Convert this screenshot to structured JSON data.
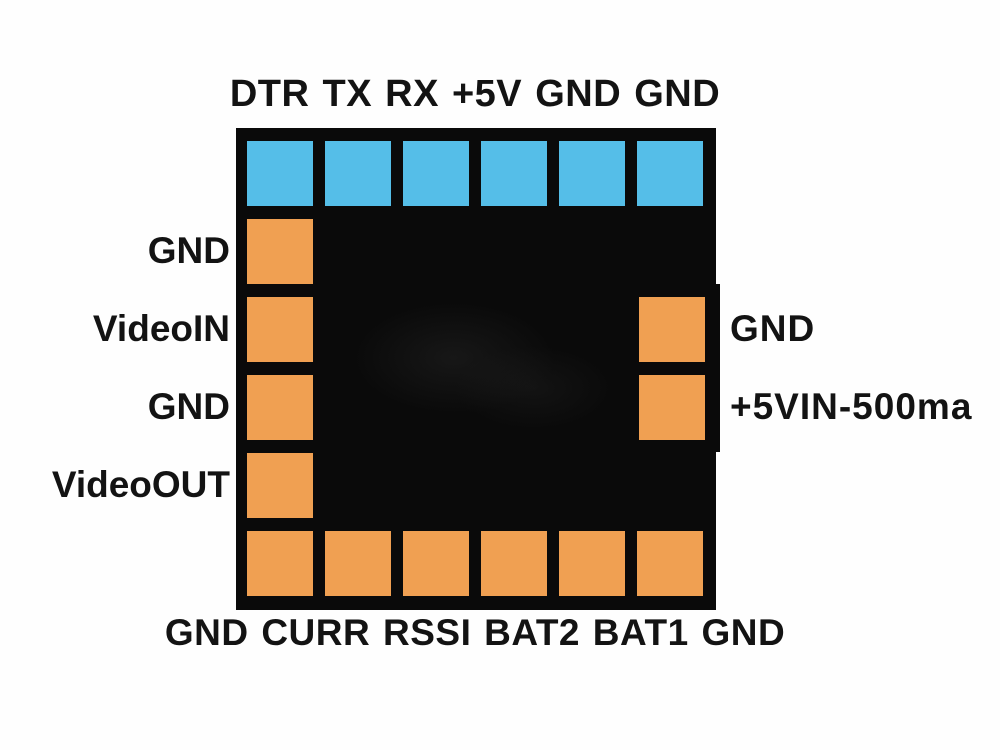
{
  "colors": {
    "background": "#fefefe",
    "chip_body": "#0a0a0a",
    "pad_top": "#55bee8",
    "pad_side": "#f0a052",
    "label_text": "#131313"
  },
  "pinout": {
    "top_caption": "DTR TX RX +5V GND GND",
    "bottom_caption": "GND CURR RSSI BAT2 BAT1 GND",
    "top_pins": [
      "DTR",
      "TX",
      "RX",
      "+5V",
      "GND",
      "GND"
    ],
    "bottom_pins": [
      "GND",
      "CURR",
      "RSSI",
      "BAT2",
      "BAT1",
      "GND"
    ],
    "left_pins": [
      "GND",
      "VideoIN",
      "GND",
      "VideoOUT"
    ],
    "right_pins": [
      "GND",
      "+5VIN-500ma"
    ]
  }
}
